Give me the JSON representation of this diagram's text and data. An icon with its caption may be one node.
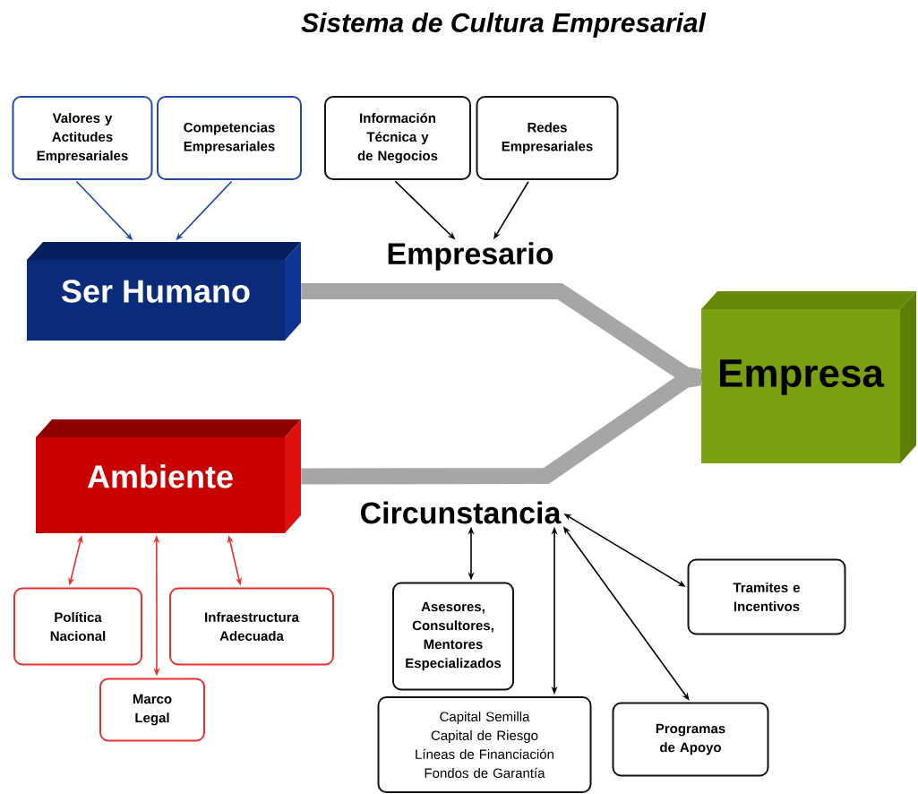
{
  "diagram": {
    "title": "Sistema de Cultura Empresarial",
    "nodes": [
      {
        "text": [
          "Valores y Actitudes Empresariales"
        ]
      },
      {
        "text": [
          "Competencias Empresariales"
        ]
      },
      {
        "text": [
          "Información Técnica y de Negocios"
        ]
      },
      {
        "text": [
          "Redes Empresariales"
        ]
      },
      {
        "text": [
          "Ser Humano"
        ]
      },
      {
        "text": [
          "Empresario"
        ]
      },
      {
        "text": [
          "Empresa"
        ]
      },
      {
        "text": [
          "Ambiente"
        ]
      },
      {
        "text": [
          "Circunstancia"
        ]
      },
      {
        "text": [
          "Política Nacional"
        ]
      },
      {
        "text": [
          "Infraestructura Adecuada"
        ]
      },
      {
        "text": [
          "Marco Legal"
        ]
      },
      {
        "text": [
          "Asesores, Consultores, Mentores Especializados"
        ]
      },
      {
        "text": [
          "Tramites e Incentivos"
        ]
      },
      {
        "text": [
          "Capital Semilla",
          "Capital de Riesgo",
          "Líneas de Financiación",
          "Fondos de Garantía"
        ]
      },
      {
        "text": [
          "Programas de Apoyo"
        ]
      }
    ],
    "edges": [
      {
        "from": 0,
        "to": 4,
        "arrow": "to",
        "color": "#1f48a8"
      },
      {
        "from": 1,
        "to": 4,
        "arrow": "to",
        "color": "#1f48a8"
      },
      {
        "from": 2,
        "to": 5,
        "arrow": "to"
      },
      {
        "from": 3,
        "to": 5,
        "arrow": "to"
      },
      {
        "from": 4,
        "to": 6,
        "arrow": "none",
        "style": "thick",
        "color": "#a6a6a6"
      },
      {
        "from": 7,
        "to": 6,
        "arrow": "none",
        "style": "thick",
        "color": "#a6a6a6"
      },
      {
        "from": 7,
        "to": 9,
        "arrow": "both",
        "color": "#e83030"
      },
      {
        "from": 7,
        "to": 11,
        "arrow": "both",
        "color": "#e83030"
      },
      {
        "from": 7,
        "to": 10,
        "arrow": "both",
        "color": "#e83030"
      },
      {
        "from": 8,
        "to": 12,
        "arrow": "both"
      },
      {
        "from": 8,
        "to": 14,
        "arrow": "both"
      },
      {
        "from": 8,
        "to": 13,
        "arrow": "both"
      },
      {
        "from": 8,
        "to": 15,
        "arrow": "both"
      }
    ]
  }
}
